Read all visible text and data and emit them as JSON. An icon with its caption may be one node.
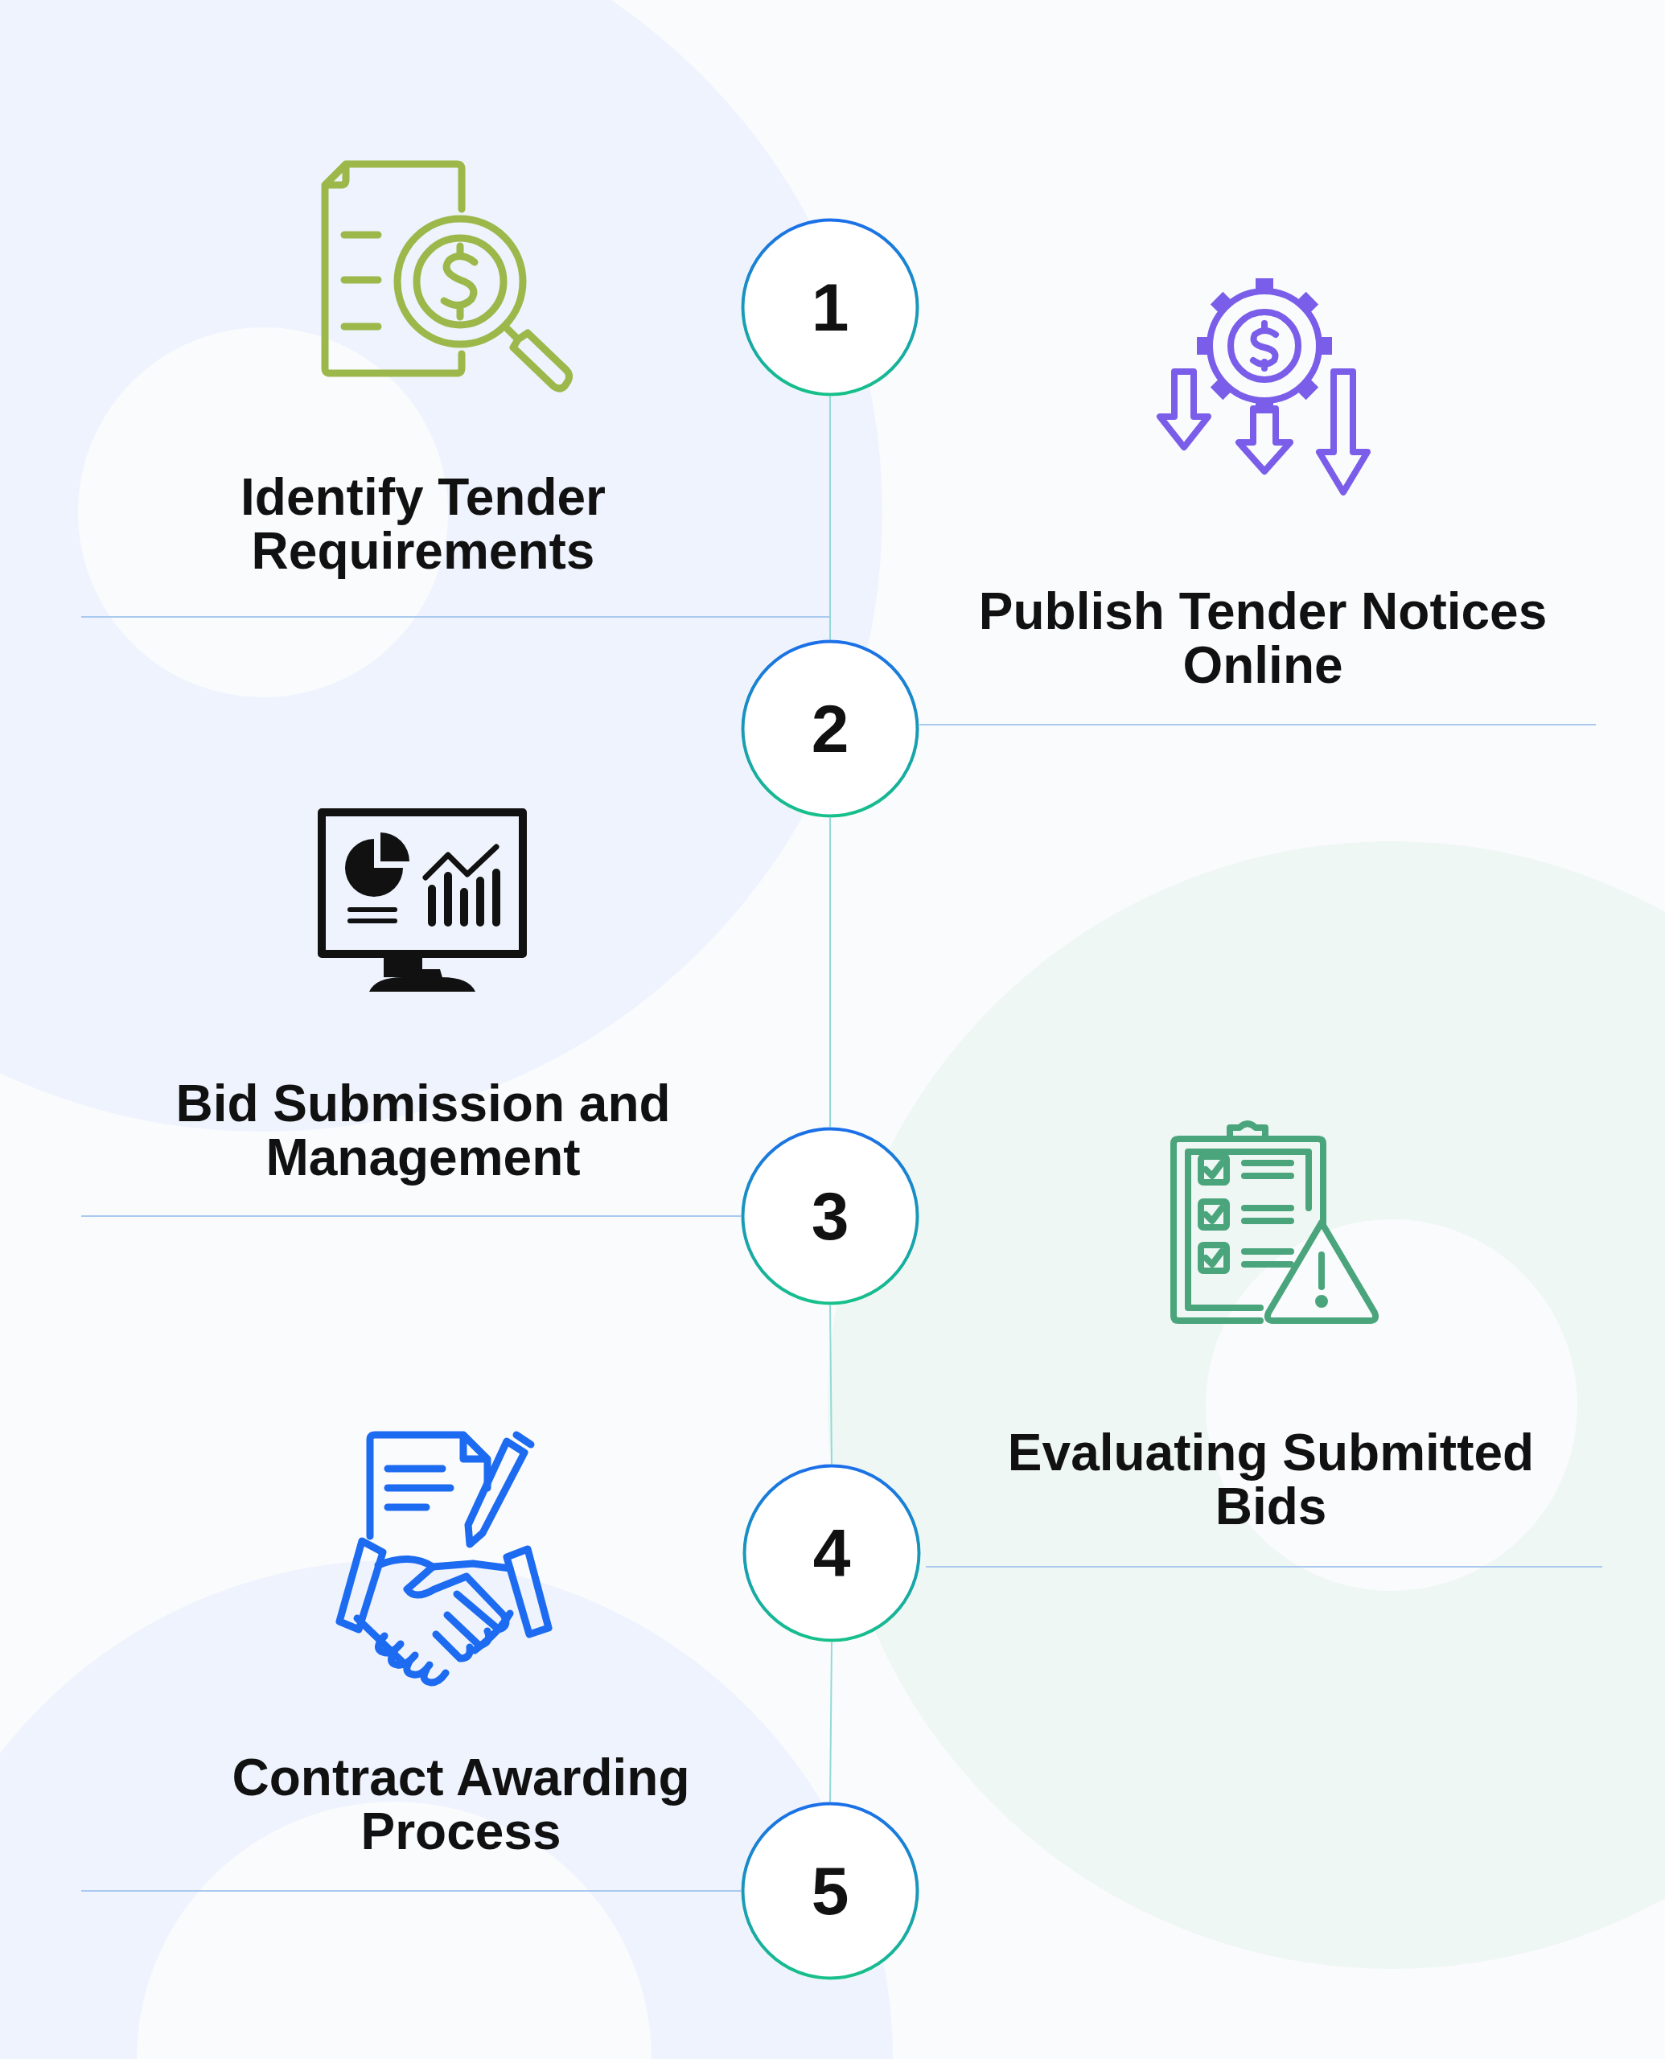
{
  "diagram": {
    "nodes": [
      {
        "text": [
          "1"
        ]
      },
      {
        "text": [
          "2"
        ]
      },
      {
        "text": [
          "3"
        ]
      },
      {
        "text": [
          "4"
        ]
      },
      {
        "text": [
          "5"
        ]
      }
    ],
    "edges": [
      {
        "from": 0,
        "to": 1,
        "arrow": "none"
      },
      {
        "from": 1,
        "to": 2,
        "arrow": "none"
      },
      {
        "from": 2,
        "to": 3,
        "arrow": "none"
      },
      {
        "from": 3,
        "to": 4,
        "arrow": "none"
      }
    ],
    "labels": [
      "Identify Tender Requirements",
      "Publish Tender Notices Online",
      "Bid Submission and Management",
      "Evaluating Submitted Bids",
      "Contract Awarding Process"
    ]
  }
}
